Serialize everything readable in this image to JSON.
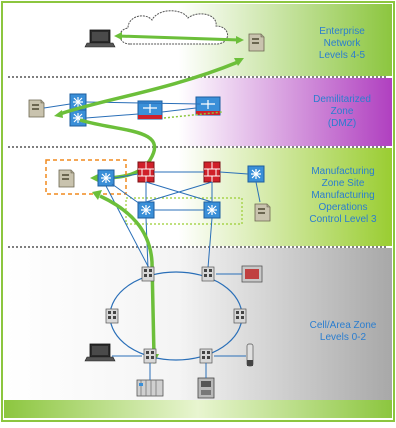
{
  "zones": [
    {
      "id": "enterprise",
      "lines": [
        "Enterprise",
        "Network",
        "Levels 4-5"
      ]
    },
    {
      "id": "dmz",
      "lines": [
        "Demilitarized",
        "Zone",
        "(DMZ)"
      ]
    },
    {
      "id": "manufacturing",
      "lines": [
        "Manufacturing",
        "Zone Site",
        "Manufacturing",
        "Operations",
        "Control Level 3"
      ]
    },
    {
      "id": "cell",
      "lines": [
        "Cell/Area Zone",
        "Levels 0-2"
      ]
    }
  ],
  "colors": {
    "label_text": "#2a7dcf",
    "frame_border": "#8cc63f",
    "arrow": "#6cbf3a",
    "enterprise_band": "#8cc63f",
    "dmz_band": "#b040c0",
    "mfg_band": "#8cc63f",
    "cell_band": "#a8a8a8",
    "link": "#2a6fb8",
    "orange_box": "#f08a1e",
    "green_dotted": "#9acd32",
    "firewall": "#d0202a"
  },
  "icons": [
    "cloud-icon",
    "laptop-icon",
    "server-icon",
    "switch-icon",
    "firewall-icon",
    "router-icon",
    "io-module-icon",
    "hmi-panel-icon",
    "drive-icon",
    "sensor-icon",
    "plc-icon"
  ]
}
